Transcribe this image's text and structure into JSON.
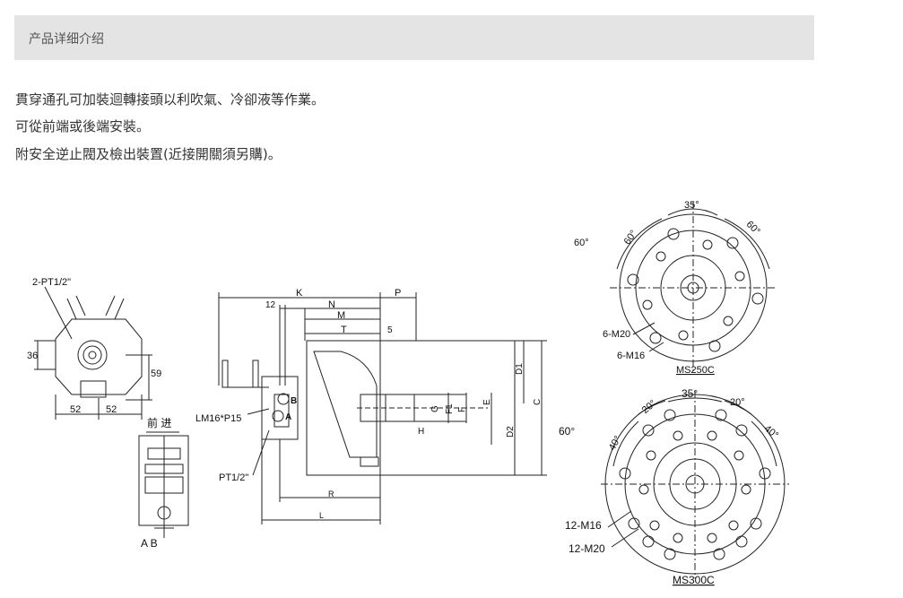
{
  "section": {
    "title": "产品详细介绍"
  },
  "description": [
    "貫穿通孔可加裝迴轉接頭以利吹氣、冷卻液等作業。",
    "可從前端或後端安裝。",
    "附安全逆止閥及檢出裝置(近接開關須另購)。"
  ],
  "drawing": {
    "side_view": {
      "port_label": "2-PT1/2\"",
      "dim_36": "36",
      "dim_59": "59",
      "dim_52_left": "52",
      "dim_52_right": "52"
    },
    "valve_diagram": {
      "direction": "前 进",
      "ports": "A B"
    },
    "main_view": {
      "K": "K",
      "P": "P",
      "N": "N",
      "M": "M",
      "dim_12": "12",
      "T": "T",
      "dim_5": "5",
      "thread": "LM16*P15",
      "pipe": "PT1/2\"",
      "port_A": "A",
      "port_B": "B",
      "G": "G",
      "F1": "F1",
      "F": "F",
      "H": "H",
      "E": "E",
      "D1": "D1",
      "D2": "D2",
      "C": "C",
      "R": "R",
      "L": "L"
    },
    "ms250c": {
      "model": "MS250C",
      "angle_35": "35°",
      "angle_60a": "60°",
      "angle_60b": "60°",
      "angle_60_left": "60°",
      "hole_m20": "6-M20",
      "hole_m16": "6-M16"
    },
    "ms300c": {
      "model": "MS300C",
      "angle_35": "35°",
      "angle_20a": "20°",
      "angle_20b": "20°",
      "angle_40a": "40°",
      "angle_40b": "40°",
      "angle_60_left": "60°",
      "hole_m16": "12-M16",
      "hole_m20": "12-M20"
    }
  }
}
